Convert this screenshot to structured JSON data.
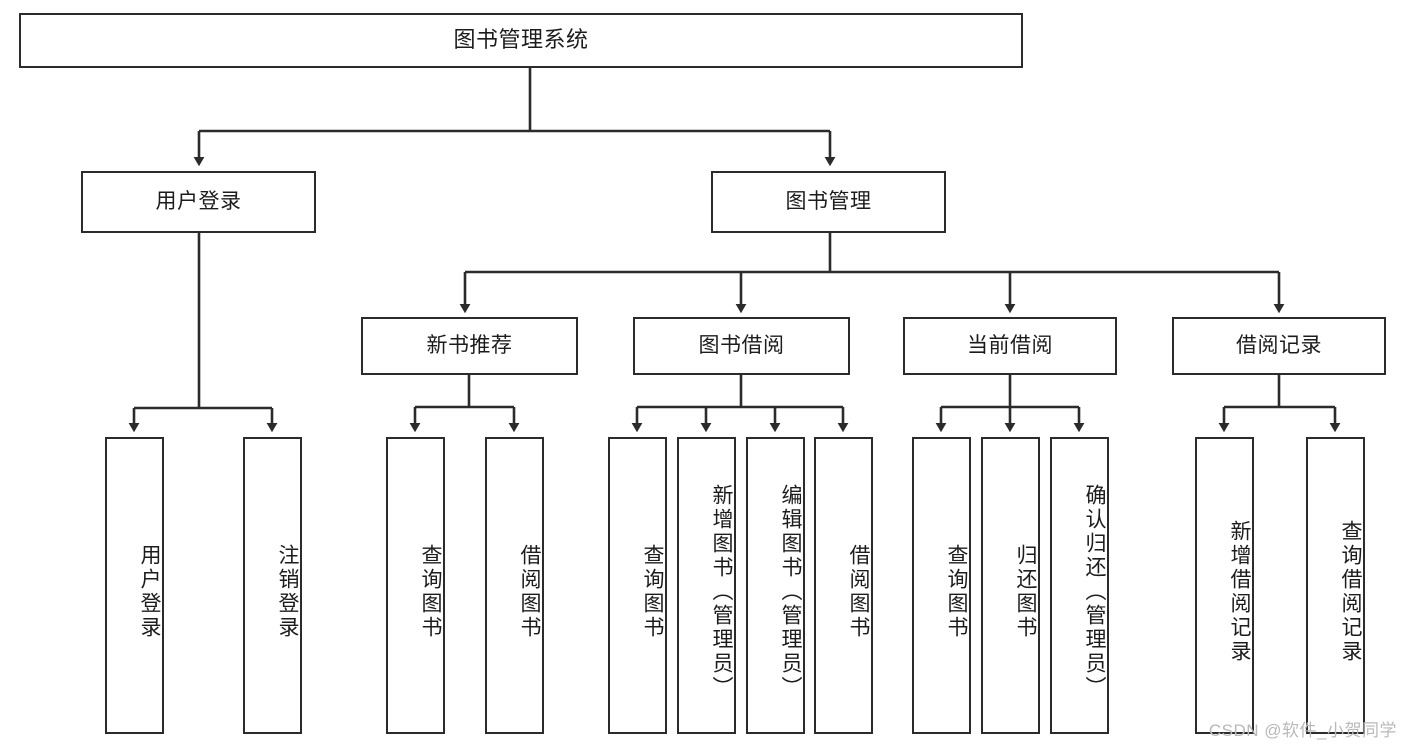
{
  "diagram": {
    "type": "tree-hierarchy",
    "title": "图书管理系统",
    "stroke_color": "#2b2b2b",
    "fill_color": "#ffffff",
    "text_color": "#1c1c1c",
    "root": {
      "label": "图书管理系统"
    },
    "level2": [
      {
        "label": "用户登录"
      },
      {
        "label": "图书管理"
      }
    ],
    "level3": [
      {
        "label": "新书推荐"
      },
      {
        "label": "图书借阅"
      },
      {
        "label": "当前借阅"
      },
      {
        "label": "借阅记录"
      }
    ],
    "leaves": {
      "user_login": [
        {
          "label": "用户登录"
        },
        {
          "label": "注销登录"
        }
      ],
      "new_book_recommend": [
        {
          "label": "查询图书"
        },
        {
          "label": "借阅图书"
        }
      ],
      "book_borrow": [
        {
          "label": "查询图书"
        },
        {
          "label": "新增图书（管理员）"
        },
        {
          "label": "编辑图书（管理员）"
        },
        {
          "label": "借阅图书"
        }
      ],
      "current_borrow": [
        {
          "label": "查询图书"
        },
        {
          "label": "归还图书"
        },
        {
          "label": "确认归还（管理员）"
        }
      ],
      "borrow_record": [
        {
          "label": "新增借阅记录"
        },
        {
          "label": "查询借阅记录"
        }
      ]
    }
  },
  "watermark": {
    "text": "CSDN @软件_小贺同学"
  }
}
